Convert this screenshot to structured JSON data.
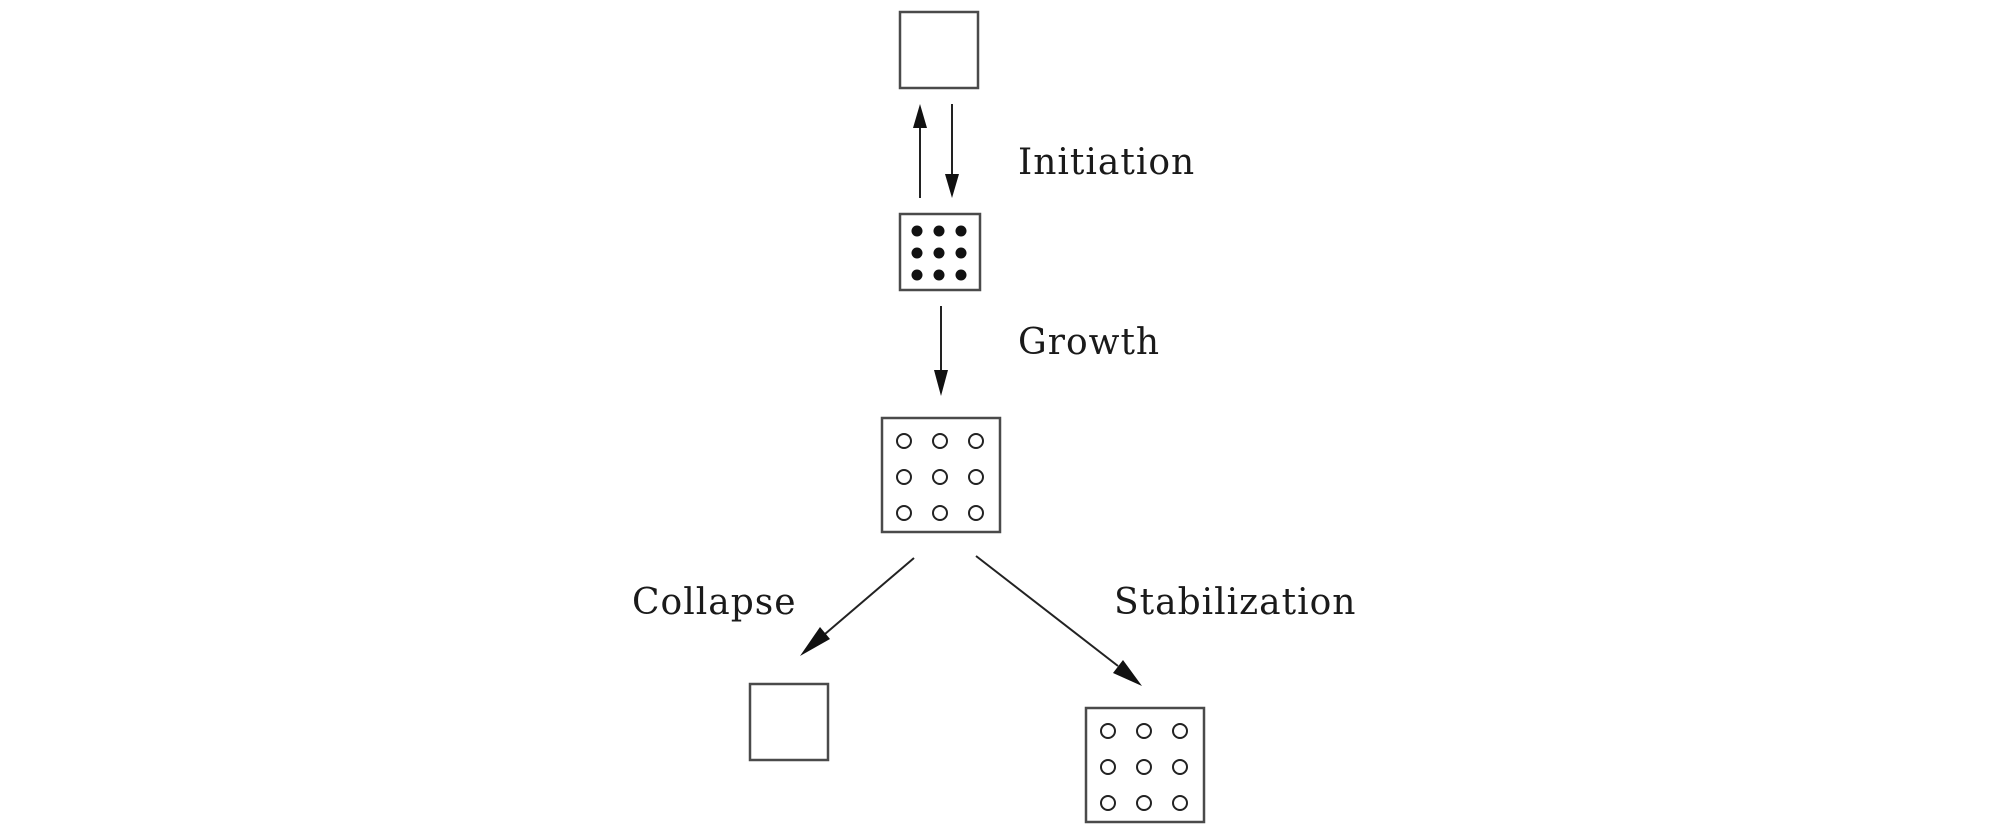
{
  "labels": {
    "initiation": "Initiation",
    "growth": "Growth",
    "collapse": "Collapse",
    "stabilization": "Stabilization"
  },
  "nodes": [
    {
      "id": "empty-top",
      "content": "empty"
    },
    {
      "id": "initiated",
      "content": "filled-dots",
      "dots": 9
    },
    {
      "id": "grown",
      "content": "open-circles",
      "dots": 9
    },
    {
      "id": "collapsed",
      "content": "empty"
    },
    {
      "id": "stabilized",
      "content": "open-circles",
      "dots": 9
    }
  ],
  "edges": [
    {
      "from": "empty-top",
      "to": "initiated",
      "label": "initiation",
      "reversible": true
    },
    {
      "from": "initiated",
      "to": "grown",
      "label": "growth",
      "reversible": false
    },
    {
      "from": "grown",
      "to": "collapsed",
      "label": "collapse",
      "reversible": false
    },
    {
      "from": "grown",
      "to": "stabilized",
      "label": "stabilization",
      "reversible": false
    }
  ],
  "colors": {
    "stroke": "#222222",
    "box_border": "#4a4a4a",
    "background": "#ffffff"
  }
}
